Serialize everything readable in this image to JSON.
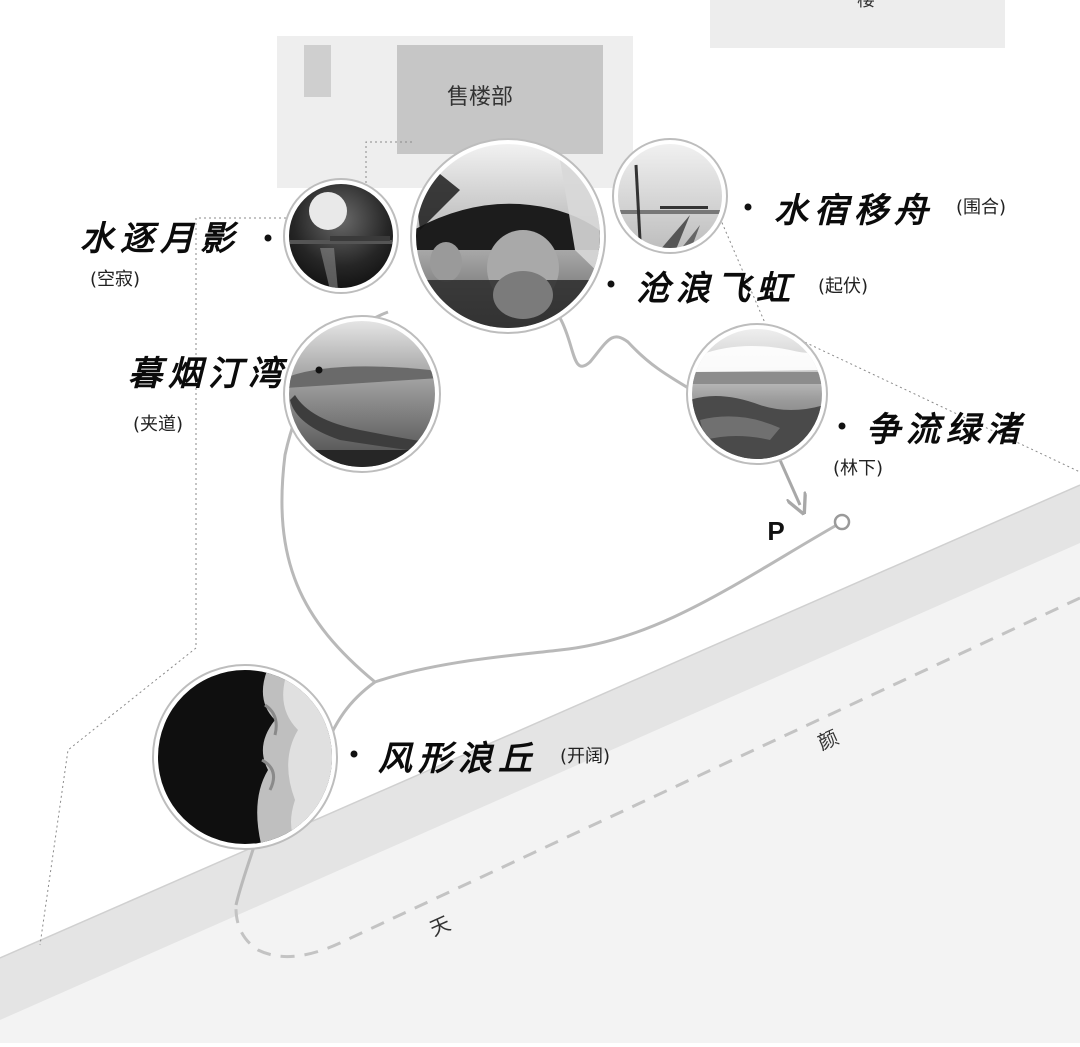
{
  "labels": {
    "sales_office": "售楼部",
    "building_top": "楼",
    "road_char_1": "颜",
    "road_char_2": "天",
    "parking": "P"
  },
  "spots": [
    {
      "name": "水逐月影",
      "note": "(空寂)",
      "image": "full moon over water"
    },
    {
      "name": "沧浪飞虹",
      "note": "(起伏)",
      "image": "arched stone bridge"
    },
    {
      "name": "水宿移舟",
      "note": "(围合)",
      "image": "reeds and pier"
    },
    {
      "name": "暮烟汀湾",
      "note": "(夹道)",
      "image": "curved lake causeway"
    },
    {
      "name": "争流绿渚",
      "note": "(林下)",
      "image": "rocky shoreline"
    },
    {
      "name": "风形浪丘",
      "note": "(开阔)",
      "image": "aerial wave foam"
    }
  ],
  "colors": {
    "background": "#ffffff",
    "block_light": "#ececec",
    "block_mid": "#c7c7c7",
    "road_band": "#e6e6e6",
    "path_line": "#b8b8b8",
    "dashed_line": "#c2c2c2",
    "text_dark": "#0b0b0b"
  },
  "icons": {
    "bullet": "dot-icon",
    "parking_marker": "parking-icon",
    "route_end": "circle-end-icon"
  }
}
